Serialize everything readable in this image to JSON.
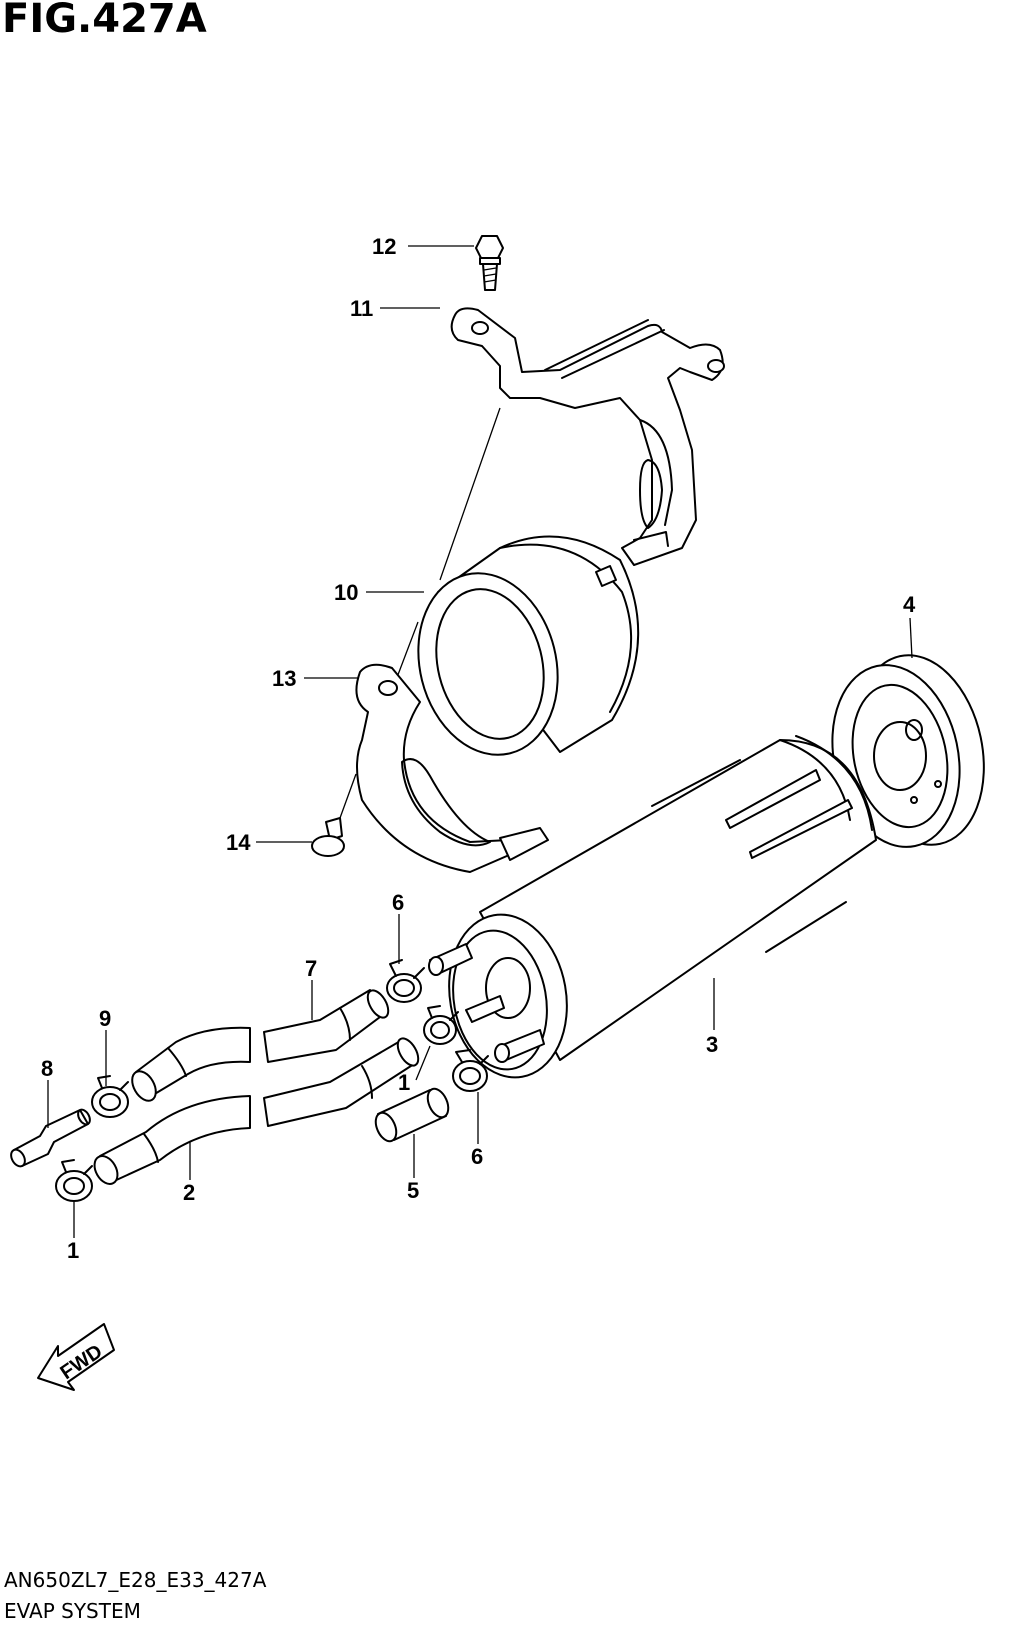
{
  "figure": {
    "title": "FIG.427A",
    "code": "AN650ZL7_E28_E33_427A",
    "name": "EVAP SYSTEM"
  },
  "callouts": [
    {
      "id": "12",
      "label": "12"
    },
    {
      "id": "11",
      "label": "11"
    },
    {
      "id": "10",
      "label": "10"
    },
    {
      "id": "13",
      "label": "13"
    },
    {
      "id": "14",
      "label": "14"
    },
    {
      "id": "4",
      "label": "4"
    },
    {
      "id": "3",
      "label": "3"
    },
    {
      "id": "6a",
      "label": "6"
    },
    {
      "id": "7",
      "label": "7"
    },
    {
      "id": "9",
      "label": "9"
    },
    {
      "id": "8",
      "label": "8"
    },
    {
      "id": "1a",
      "label": "1"
    },
    {
      "id": "2",
      "label": "2"
    },
    {
      "id": "1b",
      "label": "1"
    },
    {
      "id": "5",
      "label": "5"
    },
    {
      "id": "6b",
      "label": "6"
    }
  ],
  "direction_marker": {
    "label": "FWD",
    "icon": "fwd-arrow-icon"
  }
}
